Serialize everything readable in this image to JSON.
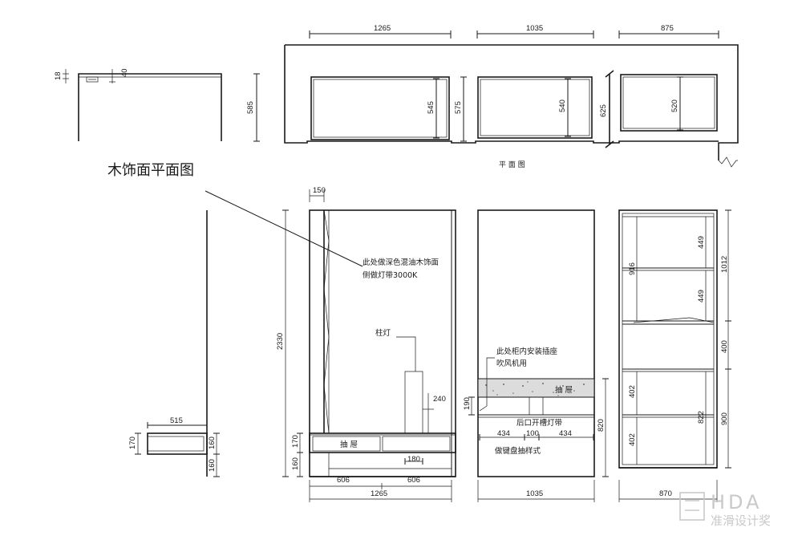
{
  "title": "木饰面平面图",
  "plan_label": "平 面 图",
  "notes": {
    "wood_panel_line1": "此处做深色混油木饰面",
    "wood_panel_line2": "侧做灯带3000K",
    "column_light": "柱灯",
    "socket_line1": "此处柜内安装插座",
    "socket_line2": "吹风机用",
    "drawer_left": "抽 屉",
    "drawer_mid": "抽 屉",
    "rear_groove": "后口开槽灯带",
    "keyboard_drawer": "做键盘抽样式"
  },
  "dims": {
    "plan_w1": "1265",
    "plan_w2": "1035",
    "plan_w3": "875",
    "plan_h1": "585",
    "plan_h2": "545",
    "plan_h3": "575",
    "plan_h4": "540",
    "plan_h5": "625",
    "plan_h6": "520",
    "sec_18": "18",
    "sec_40": "40",
    "sec_h": "585",
    "elev_top": "150",
    "elev_h": "2330",
    "elev_170": "170",
    "elev_160": "160",
    "elev_240": "240",
    "elev_180": "180",
    "elev_190": "190",
    "elev_606a": "606",
    "elev_606b": "606",
    "elev_w1": "1265",
    "elev_w2": "1035",
    "elev_w3": "870",
    "elev_434a": "434",
    "elev_100": "100",
    "elev_434b": "434",
    "elev_820": "820",
    "elev_449a": "449",
    "elev_916": "916",
    "elev_449b": "449",
    "elev_1012": "1012",
    "elev_400": "400",
    "elev_402a": "402",
    "elev_822": "822",
    "elev_402b": "402",
    "elev_900": "900",
    "side_515": "515",
    "side_170": "170",
    "side_160a": "160",
    "side_160b": "160"
  },
  "watermark": {
    "latin": "HDA",
    "chinese": "准滑设计奖"
  }
}
